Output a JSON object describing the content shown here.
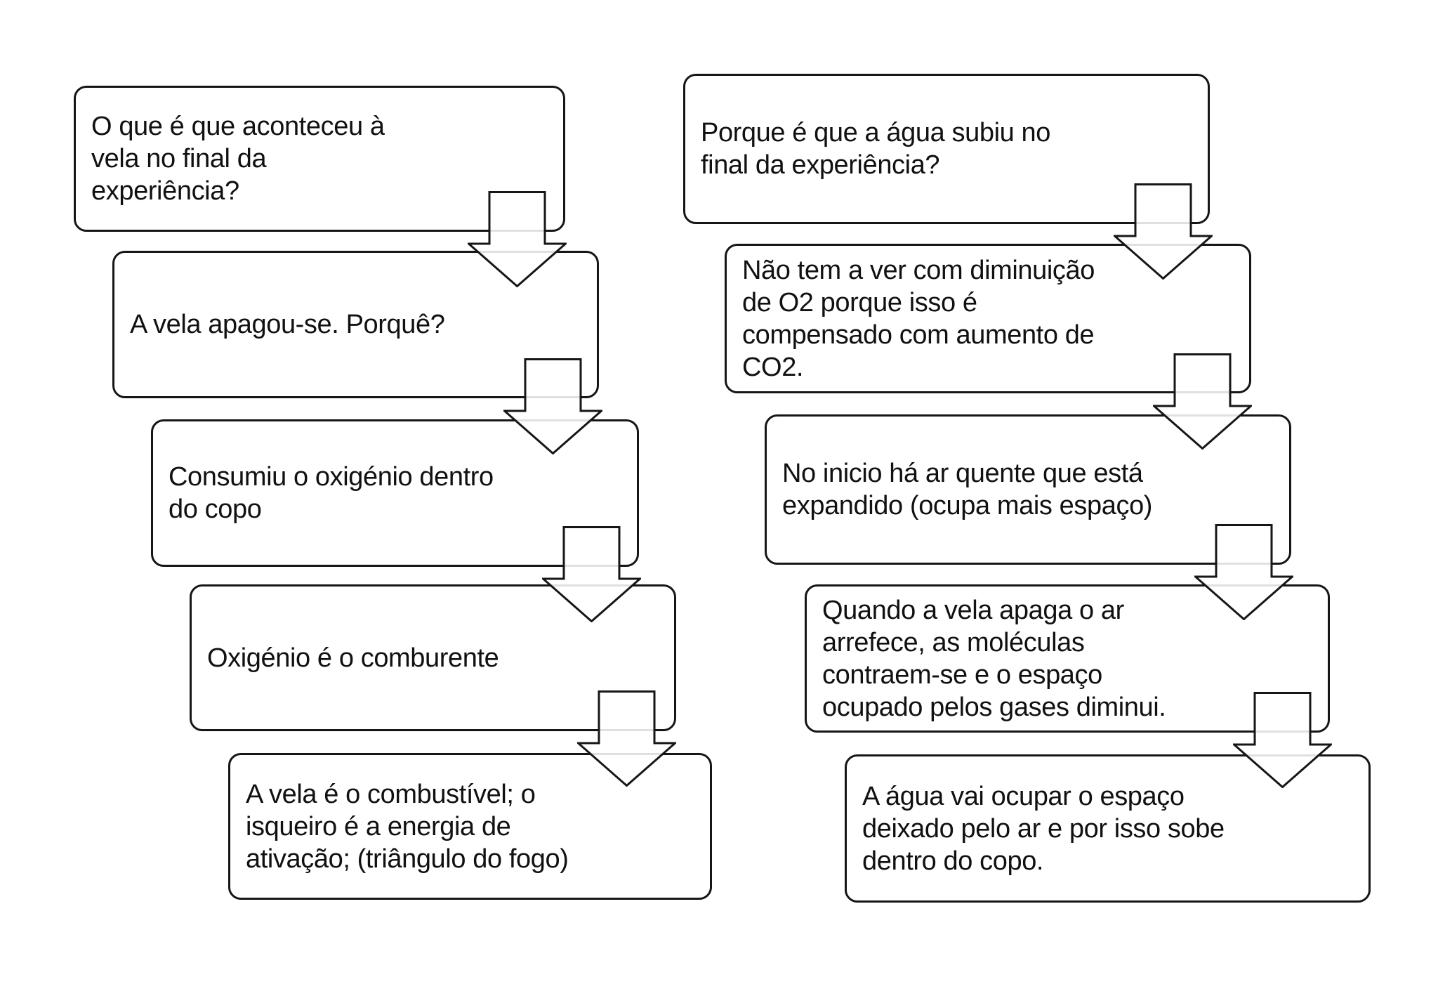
{
  "diagram": {
    "type": "flowchart",
    "background_color": "#ffffff",
    "stroke_color": "#161616",
    "text_color": "#111111",
    "connector_shape": "block-down-arrow",
    "columns": [
      {
        "id": "left",
        "boxes": [
          {
            "text": "O que é que aconteceu à\nvela no final da\nexperiência?"
          },
          {
            "text": "A vela apagou-se. Porquê?"
          },
          {
            "text": "Consumiu o oxigénio dentro\ndo copo"
          },
          {
            "text": "Oxigénio é o comburente"
          },
          {
            "text": "A vela é o combustível; o\nisqueiro é a energia de\nativação; (triângulo do fogo)"
          }
        ]
      },
      {
        "id": "right",
        "boxes": [
          {
            "text": "Porque é que a água subiu no\nfinal da experiência?"
          },
          {
            "text": "Não tem a ver com diminuição\nde O2 porque isso é\ncompensado com aumento de\nCO2."
          },
          {
            "text": "No inicio há ar quente que está\nexpandido (ocupa mais espaço)"
          },
          {
            "text": "Quando a vela apaga o ar\narrefece, as moléculas\ncontraem-se e o espaço\nocupado pelos gases diminui."
          },
          {
            "text": "A água vai ocupar o espaço\ndeixado pelo ar e por isso sobe\ndentro do copo."
          }
        ]
      }
    ]
  }
}
